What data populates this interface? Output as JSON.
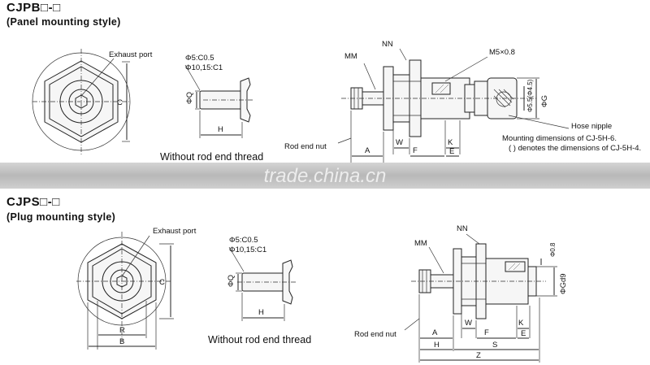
{
  "panel": {
    "model": "CJPB□-□",
    "style": "(Panel mounting style)",
    "end_view": {
      "exhaust_port": "Exhaust port",
      "dim_c": "C"
    },
    "rod_detail": {
      "chamfer1": "Φ5:C0.5",
      "chamfer2": "Φ10,15:C1",
      "dim_q": "ΦQ",
      "dim_h": "H",
      "caption": "Without rod end thread"
    },
    "side_view": {
      "mm": "MM",
      "nn": "NN",
      "port_thread": "M5×0.8",
      "rod_end_nut": "Rod end nut",
      "dim_a": "A",
      "dim_w": "W",
      "dim_f": "F",
      "dim_k": "K",
      "dim_e": "E",
      "dim_g": "ΦG",
      "nipple_d1": "Φ5.5(Φ4.5)",
      "nipple_d2": "ΦG",
      "hose_nipple": "Hose nipple",
      "note1": "Mounting dimensions of CJ-5H-6.",
      "note2": "( ) denotes the dimensions of CJ-5H-4."
    }
  },
  "watermark": "trade.china.cn",
  "plug": {
    "model": "CJPS□-□",
    "style": "(Plug mounting style)",
    "end_view": {
      "exhaust_port": "Exhaust port",
      "dim_c": "C",
      "dim_r": "R",
      "dim_b": "B"
    },
    "rod_detail": {
      "chamfer1": "Φ5:C0.5",
      "chamfer2": "Φ10,15:C1",
      "dim_q": "ΦQ",
      "dim_h": "H",
      "caption": "Without rod end thread"
    },
    "side_view": {
      "mm": "MM",
      "nn": "NN",
      "rod_end_nut": "Rod end nut",
      "dim_a": "A",
      "dim_h": "H",
      "dim_w": "W",
      "dim_f": "F",
      "dim_k": "K",
      "dim_e": "E",
      "dim_s": "S",
      "dim_z": "Z",
      "dim_08": "Φ0.8",
      "dim_gd9": "ΦGd9"
    }
  }
}
